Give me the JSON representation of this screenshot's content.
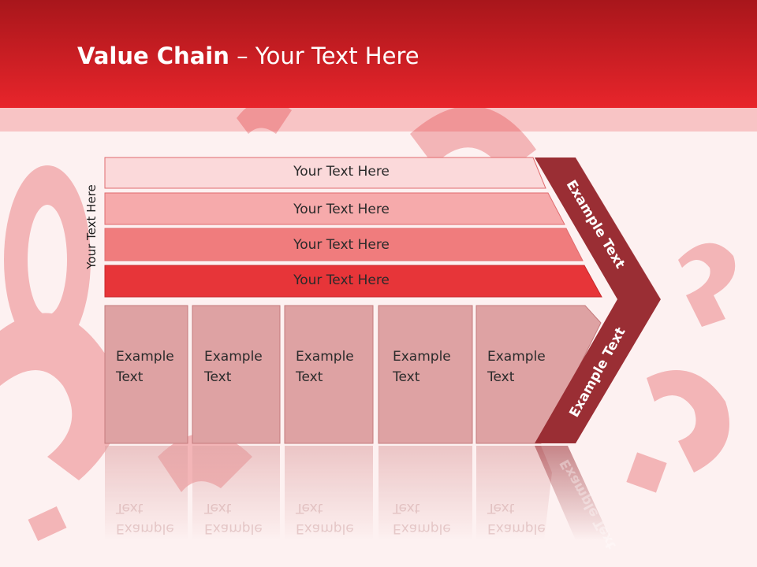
{
  "title": {
    "bold": "Value Chain",
    "rest": " – Your Text Here"
  },
  "side_label": "Your Text Here",
  "bands": [
    {
      "label": "Your Text Here"
    },
    {
      "label": "Your Text Here"
    },
    {
      "label": "Your Text Here"
    },
    {
      "label": "Your Text Here"
    }
  ],
  "boxes": [
    {
      "line1": "Example",
      "line2": "Text"
    },
    {
      "line1": "Example",
      "line2": "Text"
    },
    {
      "line1": "Example",
      "line2": "Text"
    },
    {
      "line1": "Example",
      "line2": "Text"
    },
    {
      "line1": "Example",
      "line2": "Text"
    }
  ],
  "arrow": {
    "upper": "Example Text",
    "lower": "Example Text"
  },
  "colors": {
    "header_dark": "#a8161b",
    "header_light": "#e8252b",
    "band1": "#fbd9da",
    "band2": "#f6aaab",
    "band3": "#f07c7d",
    "band4": "#e73539",
    "box": "#dea2a3",
    "arrow": "#9a2e34"
  }
}
